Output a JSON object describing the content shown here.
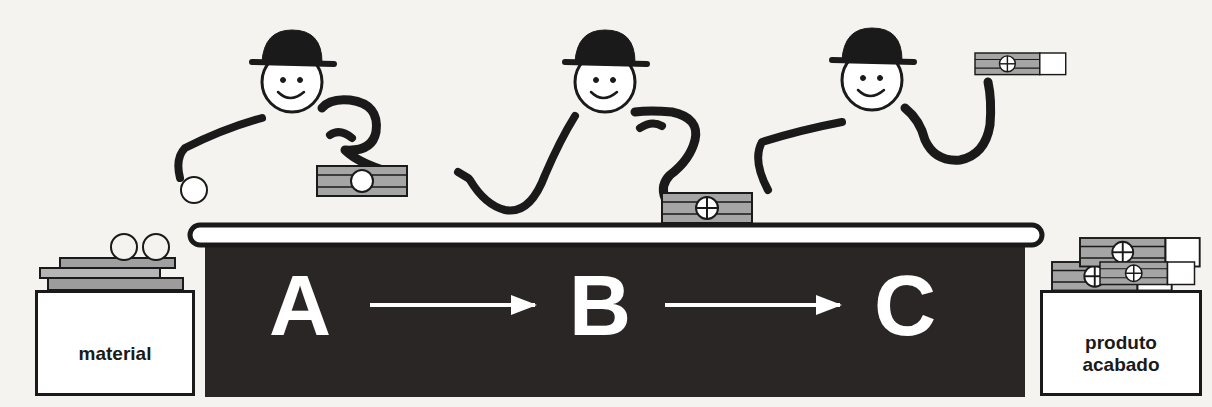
{
  "diagram": {
    "nodes": [
      {
        "text": [
          "material"
        ]
      },
      {
        "text": [
          "A"
        ]
      },
      {
        "text": [
          "B"
        ]
      },
      {
        "text": [
          "C"
        ]
      },
      {
        "text": [
          "produto acabado"
        ]
      }
    ],
    "edges": [
      {
        "from": 1,
        "to": 2,
        "arrow": "to"
      },
      {
        "from": 2,
        "to": 3,
        "arrow": "to"
      }
    ]
  }
}
